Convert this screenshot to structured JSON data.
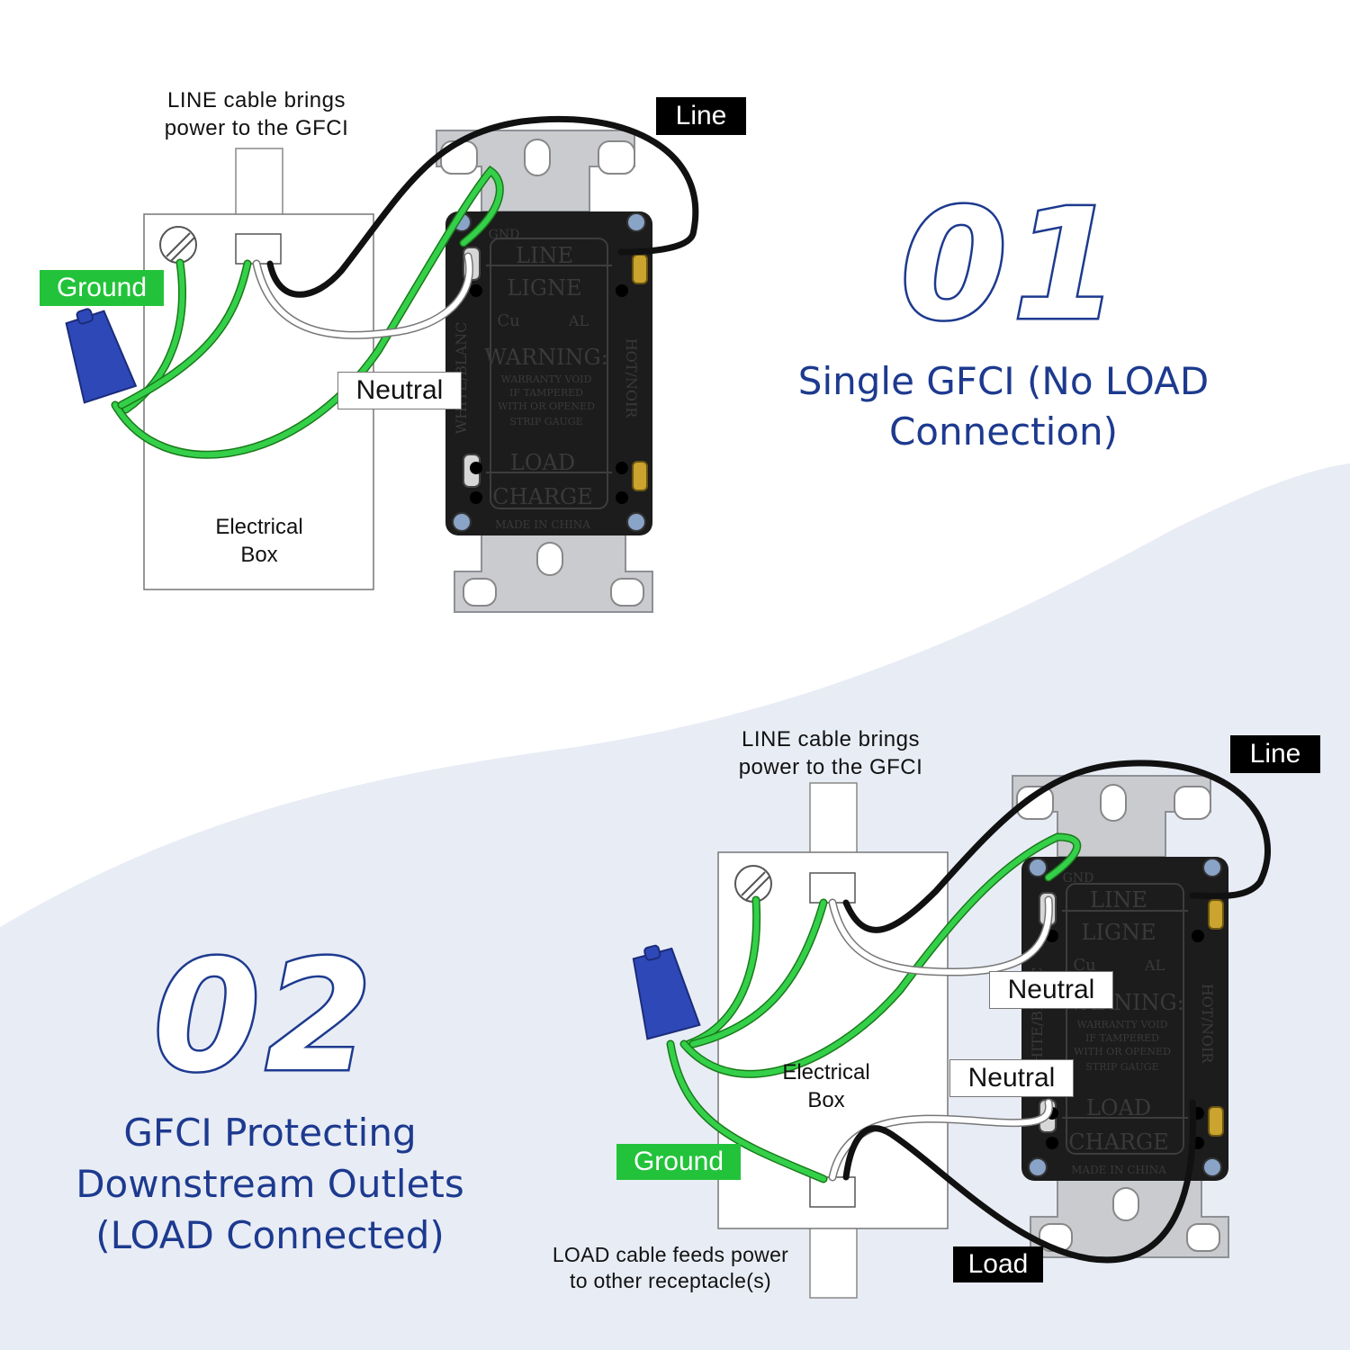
{
  "colors": {
    "accent_blue": "#1d3a8f",
    "ground_green": "#22c33a",
    "wire_black": "#111111",
    "wire_white": "#ffffff",
    "background_band": "#e8ecf5",
    "wire_nut": "#2f48b8"
  },
  "section1": {
    "number": "01",
    "title_line1": "Single GFCI (No LOAD",
    "title_line2": "Connection)",
    "line_cable_note_1": "LINE cable brings",
    "line_cable_note_2": "power to the GFCI",
    "box_label_1": "Electrical",
    "box_label_2": "Box",
    "tags": {
      "line": "Line",
      "ground": "Ground",
      "neutral": "Neutral"
    }
  },
  "section2": {
    "number": "02",
    "title_line1": "GFCI Protecting",
    "title_line2": "Downstream Outlets",
    "title_line3": "(LOAD Connected)",
    "line_cable_note_1": "LINE cable brings",
    "line_cable_note_2": "power to the GFCI",
    "load_cable_note_1": "LOAD cable feeds power",
    "load_cable_note_2": "to other receptacle(s)",
    "box_label_1": "Electrical",
    "box_label_2": "Box",
    "tags": {
      "line": "Line",
      "ground": "Ground",
      "neutral_top": "Neutral",
      "neutral_bottom": "Neutral",
      "load": "Load"
    }
  },
  "outlet_markings": {
    "gnd": "GND",
    "line": "LINE",
    "ligne": "LIGNE",
    "cu": "Cu",
    "al": "AL",
    "warning": "WARNING:",
    "warranty_1": "WARRANTY VOID",
    "warranty_2": "IF TAMPERED",
    "warranty_3": "WITH OR OPENED",
    "strip_gauge": "STRIP GAUGE",
    "load": "LOAD",
    "charge": "CHARGE",
    "made_in": "MADE IN CHINA",
    "hot_noir": "HOT/NOIR",
    "white_blanc": "WHITE/BLANC"
  }
}
